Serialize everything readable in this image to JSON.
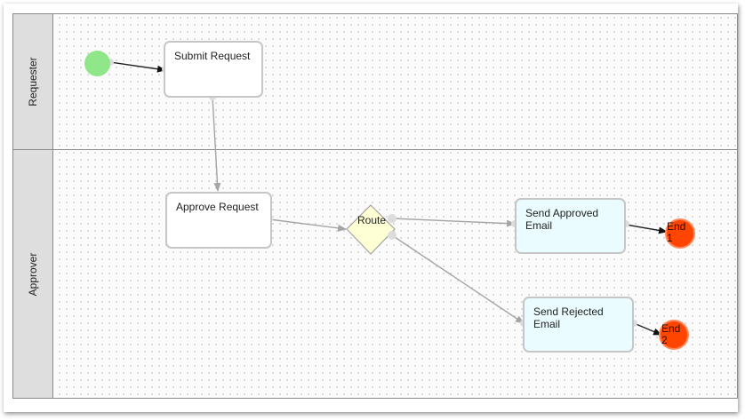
{
  "lanes": [
    {
      "id": "requester",
      "label": "Requester"
    },
    {
      "id": "approver",
      "label": "Approver"
    }
  ],
  "tasks": {
    "submit_request": "Submit Request",
    "approve_request": "Approve Request",
    "send_approved_email": "Send Approved Email",
    "send_rejected_email": "Send Rejected Email"
  },
  "gateway": {
    "label": "Route"
  },
  "end_events": {
    "end1": "End 1",
    "end2": "End 2"
  },
  "colors": {
    "start_event": "#90e78a",
    "end_event": "#ff4500",
    "gateway_fill": "#ffffd6",
    "email_task_fill": "#eafcff",
    "lane_header": "#dedede"
  }
}
